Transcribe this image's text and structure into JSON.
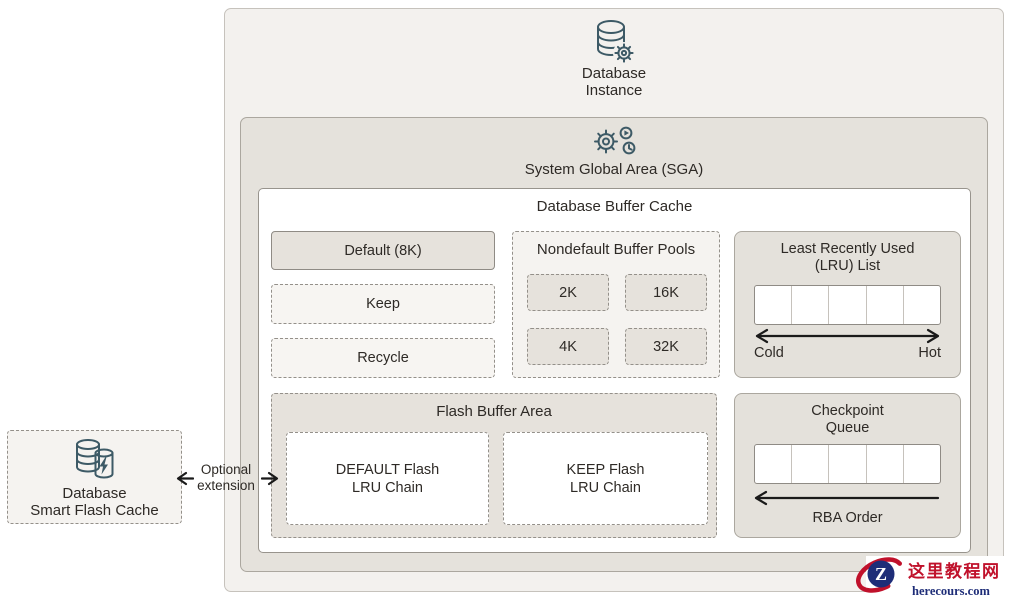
{
  "colors": {
    "outer_fill": "#f3f1ee",
    "panel_fill": "#e5e2dc",
    "box_gray": "#e6e2dc",
    "icon_stroke": "#3d5a66",
    "arrow_black": "#1a1a1a",
    "watermark_red": "#c0112b",
    "watermark_navy": "#1e2d78"
  },
  "database_instance": {
    "line1": "Database",
    "line2": "Instance"
  },
  "sga": {
    "title": "System Global Area (SGA)"
  },
  "buffer_cache": {
    "title": "Database Buffer Cache",
    "default_pool": "Default (8K)",
    "keep_pool": "Keep",
    "recycle_pool": "Recycle",
    "nondefault": {
      "title": "Nondefault Buffer Pools",
      "sizes": [
        "2K",
        "16K",
        "4K",
        "32K"
      ]
    },
    "lru": {
      "title1": "Least Recently Used",
      "title2": "(LRU) List",
      "cold": "Cold",
      "hot": "Hot",
      "cell_count": 5
    },
    "flash": {
      "title": "Flash Buffer Area",
      "default_chain1": "DEFAULT Flash",
      "default_chain2": "LRU Chain",
      "keep_chain1": "KEEP Flash",
      "keep_chain2": "LRU Chain"
    },
    "checkpoint": {
      "title1": "Checkpoint",
      "title2": "Queue",
      "order": "RBA Order",
      "cell_count": 5
    }
  },
  "smart_flash": {
    "line1": "Database",
    "line2": "Smart Flash Cache"
  },
  "optional_extension": {
    "line1": "Optional",
    "line2": "extension"
  },
  "watermark": {
    "site_name": "这里教程网",
    "site_url": "herecours.com",
    "logo_letter": "Z"
  }
}
